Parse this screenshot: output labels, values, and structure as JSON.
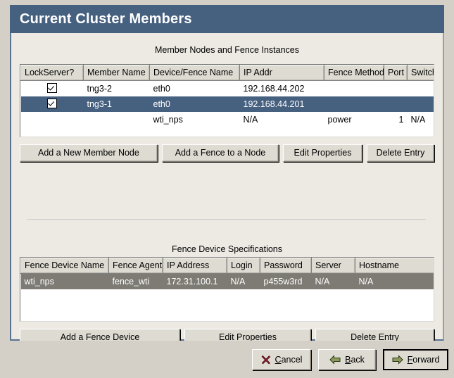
{
  "window": {
    "title": "Current Cluster Members"
  },
  "member_section": {
    "title": "Member Nodes and Fence Instances",
    "columns": [
      "LockServer?",
      "Member Name",
      "Device/Fence Name",
      "IP Addr",
      "Fence Method",
      "Port",
      "Switch"
    ],
    "rows": [
      {
        "lockserver": "checked",
        "member_name": "tng3-2",
        "device_fence_name": "eth0",
        "ip_addr": "192.168.44.202",
        "fence_method": "",
        "port": "",
        "switch": "",
        "state": "normal"
      },
      {
        "lockserver": "checked",
        "member_name": "tng3-1",
        "device_fence_name": "eth0",
        "ip_addr": "192.168.44.201",
        "fence_method": "",
        "port": "",
        "switch": "",
        "state": "selected-active"
      },
      {
        "lockserver": "",
        "member_name": "",
        "device_fence_name": "wti_nps",
        "ip_addr": "N/A",
        "fence_method": "power",
        "port": "1",
        "switch": "N/A",
        "state": "normal"
      }
    ],
    "buttons": [
      {
        "label": "Add a New Member Node"
      },
      {
        "label": "Add a Fence to a Node"
      },
      {
        "label": "Edit Properties"
      },
      {
        "label": "Delete Entry"
      }
    ]
  },
  "fence_section": {
    "title": "Fence Device Specifications",
    "columns": [
      "Fence Device Name",
      "Fence Agent",
      "IP Address",
      "Login",
      "Password",
      "Server",
      "Hostname"
    ],
    "rows": [
      {
        "fence_device_name": "wti_nps",
        "fence_agent": "fence_wti",
        "ip_address": "172.31.100.1",
        "login": "N/A",
        "password": "p455w3rd",
        "server": "N/A",
        "hostname": "N/A",
        "state": "selected-inactive"
      }
    ],
    "buttons": [
      {
        "label": "Add a Fence Device"
      },
      {
        "label": "Edit Properties"
      },
      {
        "label": "Delete Entry"
      }
    ]
  },
  "navigation": {
    "cancel": {
      "label_pre": "",
      "mnemonic": "C",
      "label_post": "ancel",
      "icon": "cancel-x-icon"
    },
    "back": {
      "label_pre": "",
      "mnemonic": "B",
      "label_post": "ack",
      "icon": "arrow-left-icon"
    },
    "forward": {
      "label_pre": "",
      "mnemonic": "F",
      "label_post": "orward",
      "icon": "arrow-right-icon"
    }
  },
  "colors": {
    "titlebar": "#466080",
    "selection_active": "#466080",
    "selection_inactive": "#7d7b74",
    "panel_bg": "#edeae4",
    "window_bg": "#d4d0c8",
    "button_face": "#dedbd2",
    "cancel_icon": "#8b1a2b",
    "arrow_icon": "#7b8c4f"
  }
}
